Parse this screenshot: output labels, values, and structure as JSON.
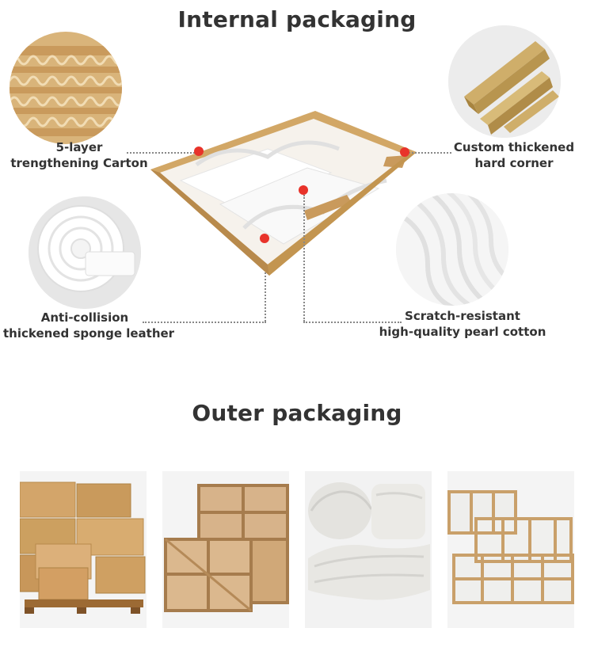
{
  "internal": {
    "title": "Internal packaging",
    "features": [
      {
        "line1": "5-layer",
        "line2": "trengthening Carton",
        "icon": "corrugated-carton-image"
      },
      {
        "line1": "Custom thickened",
        "line2": "hard corner",
        "icon": "corner-guard-image"
      },
      {
        "line1": "Anti-collision",
        "line2": "thickened sponge leather",
        "icon": "sponge-roll-image"
      },
      {
        "line1": "Scratch-resistant",
        "line2": "high-quality pearl cotton",
        "icon": "pearl-cotton-image"
      }
    ],
    "accent_color": "#e8332a"
  },
  "outer": {
    "title": "Outer packaging",
    "photos": [
      "stacked-cartons-photo",
      "wooden-crate-photo",
      "wrapped-bundles-photo",
      "wood-frame-crating-photo"
    ]
  }
}
